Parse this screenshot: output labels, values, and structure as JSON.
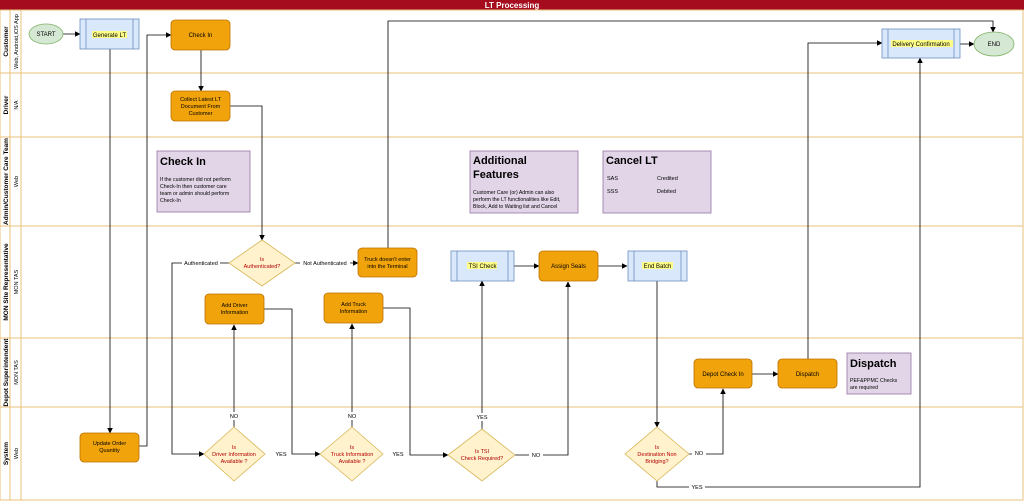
{
  "title": "LT Processing",
  "colors": {
    "title_bar": "#a50d1e",
    "lane_border": "#e8c27a",
    "process_fill": "#f0a30a",
    "process_stroke": "#bd7000",
    "decision_fill": "#fff2cc",
    "decision_stroke": "#d6b656",
    "subprocess_fill": "#dae8fc",
    "subprocess_stroke": "#6c8ebf",
    "terminal_fill": "#d5e8d4",
    "terminal_stroke": "#82b366",
    "note_fill": "#e1d5e7",
    "note_stroke": "#9673a6",
    "decision_text": "#b20000",
    "highlight": "#ffff88"
  },
  "lanes": [
    {
      "name": "Customer",
      "sub": "Web, Android,iOS App"
    },
    {
      "name": "Driver",
      "sub": "N/A"
    },
    {
      "name": "Admin/Customer Care Team",
      "sub": "Web"
    },
    {
      "name": "MON Site Representative",
      "sub": "MON TAS"
    },
    {
      "name": "Depot Superintendent",
      "sub": "MON TAS"
    },
    {
      "name": "System",
      "sub": "Web"
    }
  ],
  "nodes": {
    "start": "START",
    "generate_lt": "Generate LT",
    "check_in": "Check In",
    "collect_doc": [
      "Collect Latest LT",
      "Document From",
      "Customer"
    ],
    "is_authenticated": [
      "Is",
      "Authenticated?"
    ],
    "truck_no_enter": [
      "Truck doesn't enter",
      "into the Terminal"
    ],
    "tsi_check": "TSI Check",
    "assign_seals": "Assign Seals",
    "end_batch": "End Batch",
    "add_driver": [
      "Add Driver",
      "Information"
    ],
    "add_truck": [
      "Add Truck",
      "Information"
    ],
    "depot_check_in": "Depot Check In",
    "dispatch": "Dispatch",
    "update_order_qty": [
      "Update Order",
      "Quantity"
    ],
    "driver_info_avail": [
      "Is",
      "Driver Information",
      "Available ?"
    ],
    "truck_info_avail": [
      "Is",
      "Truck Information",
      "Available ?"
    ],
    "tsi_required": [
      "Is TSI",
      "Check Required?"
    ],
    "dest_non_bridging": [
      "Is",
      "Destination Non",
      "Bridging?"
    ],
    "delivery_confirmation": "Delivery Confirmation",
    "end": "END"
  },
  "edge_labels": {
    "authenticated": "Authenticated",
    "not_authenticated": "Not Authenticated",
    "no_driver": "NO",
    "yes_driver": "YES",
    "no_truck": "NO",
    "yes_truck": "YES",
    "yes_tsi": "YES",
    "no_tsi": "NO",
    "no_dest": "NO",
    "yes_dest": "YES"
  },
  "notes": {
    "check_in": {
      "title": "Check In",
      "body": [
        "If the customer did not perform",
        "Check-In then customer care",
        "team or admin should perform",
        "Check-In"
      ]
    },
    "additional": {
      "title": [
        "Additional",
        "Features"
      ],
      "body": [
        "Customer Care (or) Admin can also",
        "perform the LT functionalities like Edit,",
        "Block, Add to Waiting list and Cancel"
      ]
    },
    "cancel_lt": {
      "title": "Cancel LT",
      "rows": [
        [
          "SAS",
          "Credited"
        ],
        [
          "SSS",
          "Debited"
        ]
      ]
    },
    "dispatch": {
      "title": "Dispatch",
      "body": [
        "PEF&PPMC Checks",
        "are required"
      ]
    }
  }
}
